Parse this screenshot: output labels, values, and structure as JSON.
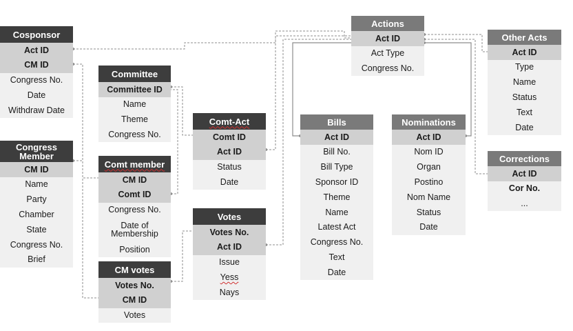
{
  "tables": {
    "cosponsor": {
      "title": "Cosponsor",
      "fields": [
        "Act ID",
        "CM ID",
        "Congress No.",
        "Date",
        "Withdraw Date"
      ]
    },
    "congress_member": {
      "title": "Congress Member",
      "fields": [
        "CM ID",
        "Name",
        "Party",
        "Chamber",
        "State",
        "Congress No.",
        "Brief"
      ]
    },
    "committee": {
      "title": "Committee",
      "fields": [
        "Committee ID",
        "Name",
        "Theme",
        "Congress No."
      ]
    },
    "comt_member": {
      "title": "Comt member",
      "fields": [
        "CM ID",
        "Comt ID",
        "Congress No.",
        "Date of Membership",
        "Position"
      ]
    },
    "cm_votes": {
      "title": "CM votes",
      "fields": [
        "Votes No.",
        "CM ID",
        "Votes"
      ]
    },
    "comt_act": {
      "title": "Comt-Act",
      "fields": [
        "Comt ID",
        "Act ID",
        "Status",
        "Date"
      ]
    },
    "votes": {
      "title": "Votes",
      "fields": [
        "Votes No.",
        "Act ID",
        "Issue",
        "Yess",
        "Nays"
      ]
    },
    "actions": {
      "title": "Actions",
      "fields": [
        "Act ID",
        "Act Type",
        "Congress No."
      ]
    },
    "bills": {
      "title": "Bills",
      "fields": [
        "Act ID",
        "Bill No.",
        "Bill Type",
        "Sponsor ID",
        "Theme",
        "Name",
        "Latest Act",
        "Congress No.",
        "Text",
        "Date"
      ]
    },
    "nominations": {
      "title": "Nominations",
      "fields": [
        "Act ID",
        "Nom ID",
        "Organ",
        "Postino",
        "Nom Name",
        "Status",
        "Date"
      ]
    },
    "other_acts": {
      "title": "Other Acts",
      "fields": [
        "Act ID",
        "Type",
        "Name",
        "Status",
        "Text",
        "Date"
      ]
    },
    "corrections": {
      "title": "Corrections",
      "fields": [
        "Act ID",
        "Cor No.",
        "..."
      ]
    }
  },
  "colors": {
    "header_dark": "#3d3d3d",
    "header_light": "#7a7a7a",
    "key_row": "#d0d0d0",
    "body": "#f0f0f0",
    "connector": "#8c8c8c"
  }
}
